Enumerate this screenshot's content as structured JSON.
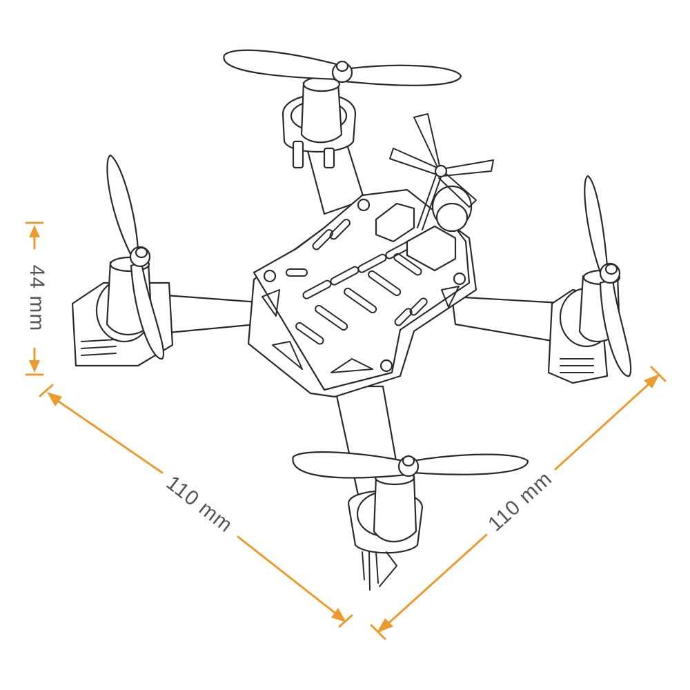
{
  "diagram": {
    "dimensions": {
      "height_label": "44 mm",
      "width_left_label": "110 mm",
      "width_right_label": "110 mm"
    }
  },
  "colors": {
    "dimension_line": "#ee9a2e",
    "dimension_text": "#555555",
    "outline": "#2a2a2a",
    "background": "#ffffff"
  }
}
